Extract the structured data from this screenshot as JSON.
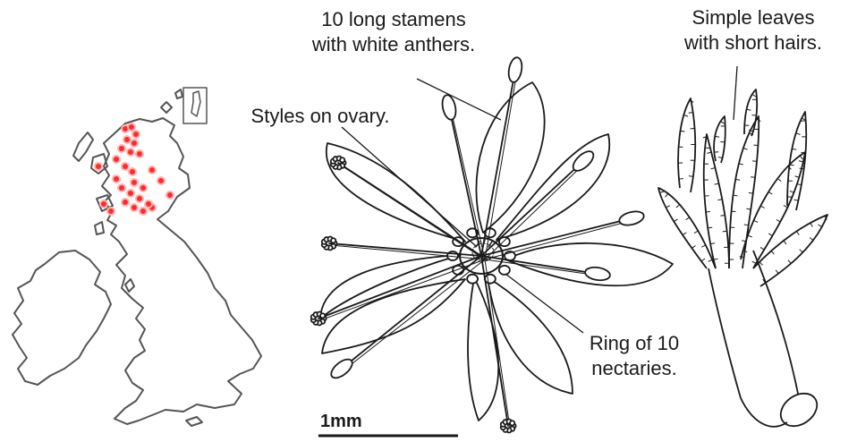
{
  "labels": {
    "stamens_line1": "10 long stamens",
    "stamens_line2": "with white anthers.",
    "styles": "Styles on ovary.",
    "leaves_line1": "Simple leaves",
    "leaves_line2": "with short hairs.",
    "ring_line1": "Ring of 10",
    "ring_line2": "nectaries.",
    "scale": "1mm"
  },
  "colors": {
    "ink": "#1a1a1a",
    "map_outline": "#555555",
    "record_dot": "#ff2a2a",
    "record_dot_halo": "#ffb3b3"
  },
  "map": {
    "subject": "distribution map of Britain and Ireland",
    "record_count": 28
  }
}
